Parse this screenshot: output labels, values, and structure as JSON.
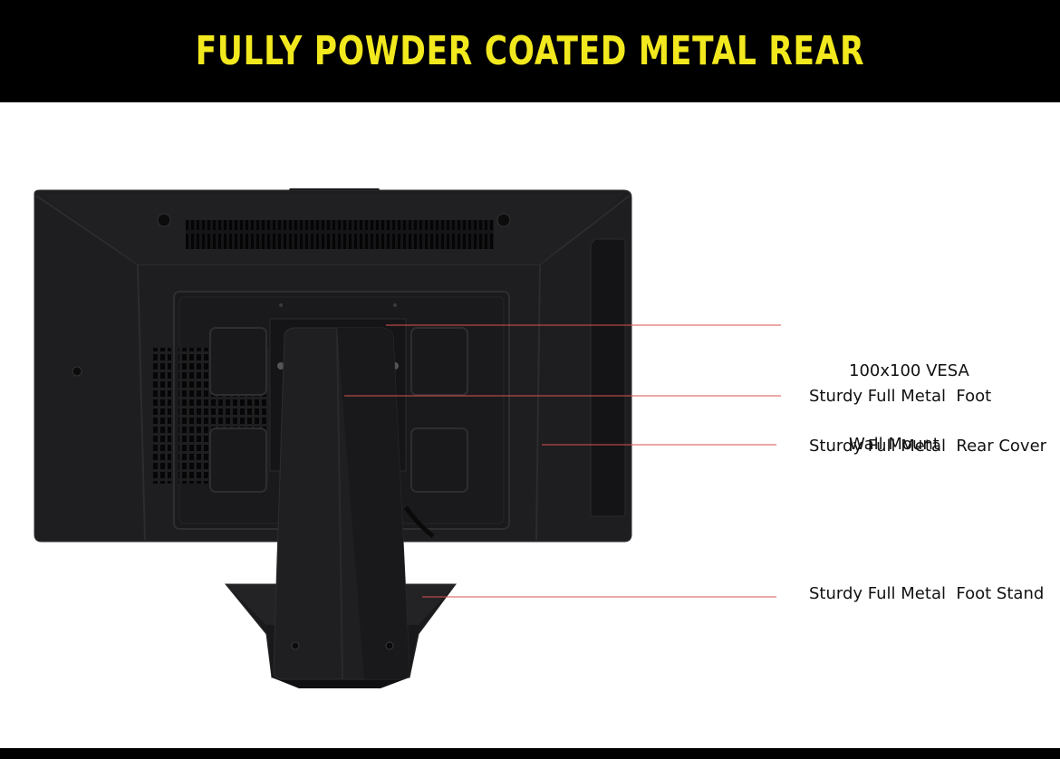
{
  "banner": {
    "title": "FULLY POWDER COATED METAL REAR"
  },
  "colors": {
    "banner_background": "#000000",
    "banner_text": "#f2e81e",
    "leader_line": "#d9534f",
    "product_body": "#1c1c1e"
  },
  "callouts": {
    "vesa_line1": "100x100 VESA",
    "vesa_line2": "Wall Mount",
    "foot": "Sturdy Full Metal  Foot",
    "rear_cover": "Sturdy Full Metal  Rear Cover",
    "foot_stand": "Sturdy Full Metal  Foot Stand"
  }
}
